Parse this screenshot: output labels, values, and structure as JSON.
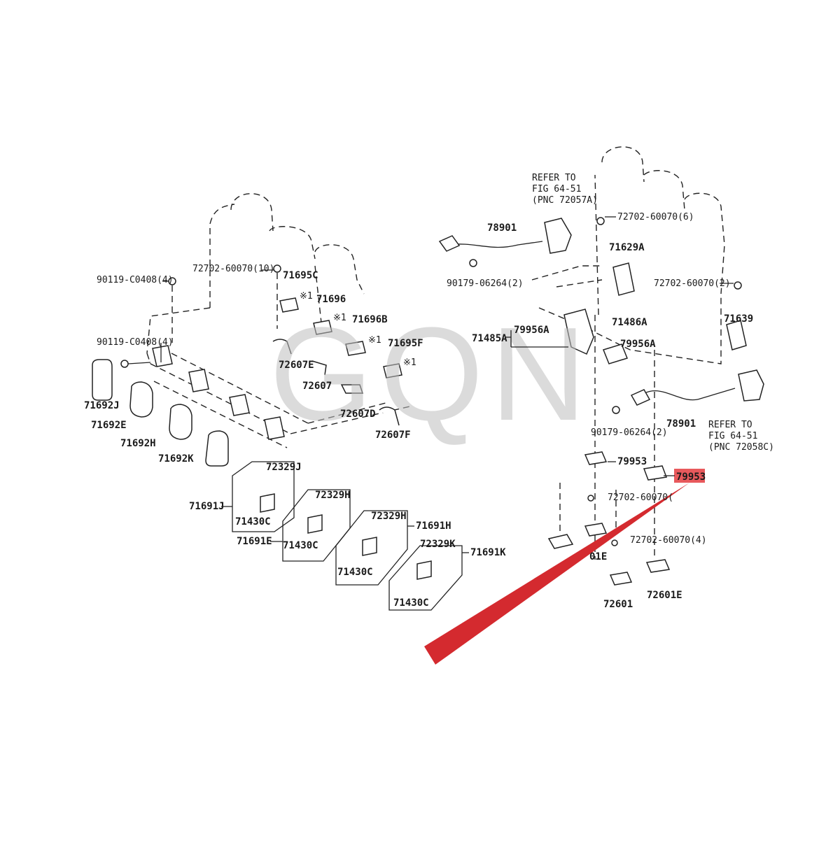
{
  "watermark": "GQN",
  "colors": {
    "highlight": "#d42a2f",
    "line": "#222222",
    "watermark": "#bdbdbd"
  },
  "left_group": {
    "bolt_a": "90119-C0408(4)",
    "bolt_b": "90119-C0408(4)",
    "bolt_c": "72702-60070(10)",
    "p71695c": "71695C",
    "p71696": "71696",
    "p71696b": "71696B",
    "p71695f": "71695F",
    "mark1": "※1",
    "mark2": "※1",
    "mark3": "※1",
    "mark4": "※1",
    "p72607e": "72607E",
    "p72607": "72607",
    "p72607d": "72607D",
    "p72607f": "72607F",
    "p71692j": "71692J",
    "p71692e": "71692E",
    "p71692h": "71692H",
    "p71692k": "71692K",
    "p72329j": "72329J",
    "p71691j": "71691J",
    "p71430c_1": "71430C",
    "p72329h_1": "72329H",
    "p71691e": "71691E",
    "p71430c_2": "71430C",
    "p72329h_2": "72329H",
    "p71691h": "71691H",
    "p71430c_3": "71430C",
    "p72329k": "72329K",
    "p71691k": "71691K",
    "p71430c_4": "71430C"
  },
  "right_group": {
    "refer_top_1": "REFER TO",
    "refer_top_2": "FIG 64-51",
    "refer_top_3": "(PNC 72057A)",
    "p78901_top": "78901",
    "nut_top": "90179-06264(2)",
    "bolt_top": "72702-60070(6)",
    "p71629a": "71629A",
    "bolt_right": "72702-60070(2)",
    "p71639": "71639",
    "p71486a": "71486A",
    "p79956a_1": "79956A",
    "p79956a_2": "79956A",
    "p71485a": "71485A",
    "refer_bot_1": "REFER TO",
    "refer_bot_2": "FIG 64-51",
    "refer_bot_3": "(PNC 72058C)",
    "p78901_bot": "78901",
    "nut_bot": "90179-06264(2)",
    "p79953_1": "79953",
    "p79953_hl": "79953",
    "bolt_mid": "72702-60070(",
    "bolt_low": "72702-60070(4)",
    "p72601e_partial": "01E",
    "p72601": "72601",
    "p72601e": "72601E"
  }
}
